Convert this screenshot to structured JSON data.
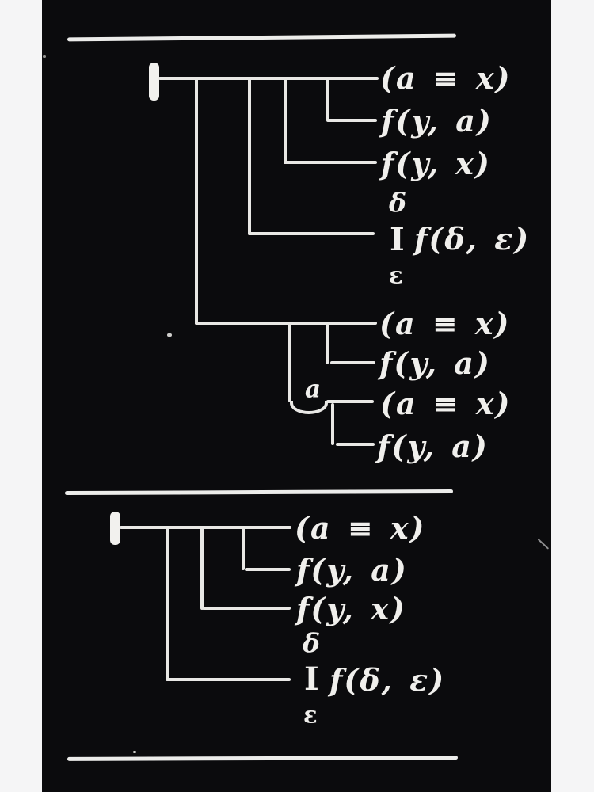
{
  "colors": {
    "page_bg": "#f5f5f6",
    "panel_bg": "#0b0b0d",
    "ink": "#f0efec"
  },
  "diagram1": {
    "rows": [
      {
        "text": "(a ≡ x)"
      },
      {
        "text": "f(y, a)"
      },
      {
        "text": "f(y, x)"
      },
      {
        "delta": "δ",
        "letter": "I",
        "epsilon": "ε",
        "text": "f(δ, ε)"
      },
      {
        "text": "(a ≡ x)"
      },
      {
        "text": "f(y, a)"
      },
      {
        "quantifier": "a",
        "text": "(a ≡ x)"
      },
      {
        "text": "f(y, a)"
      }
    ]
  },
  "diagram2": {
    "rows": [
      {
        "text": "(a ≡ x)"
      },
      {
        "text": "f(y, a)"
      },
      {
        "text": "f(y, x)"
      },
      {
        "delta": "δ",
        "letter": "I",
        "epsilon": "ε",
        "text": "f(δ, ε)"
      }
    ]
  }
}
